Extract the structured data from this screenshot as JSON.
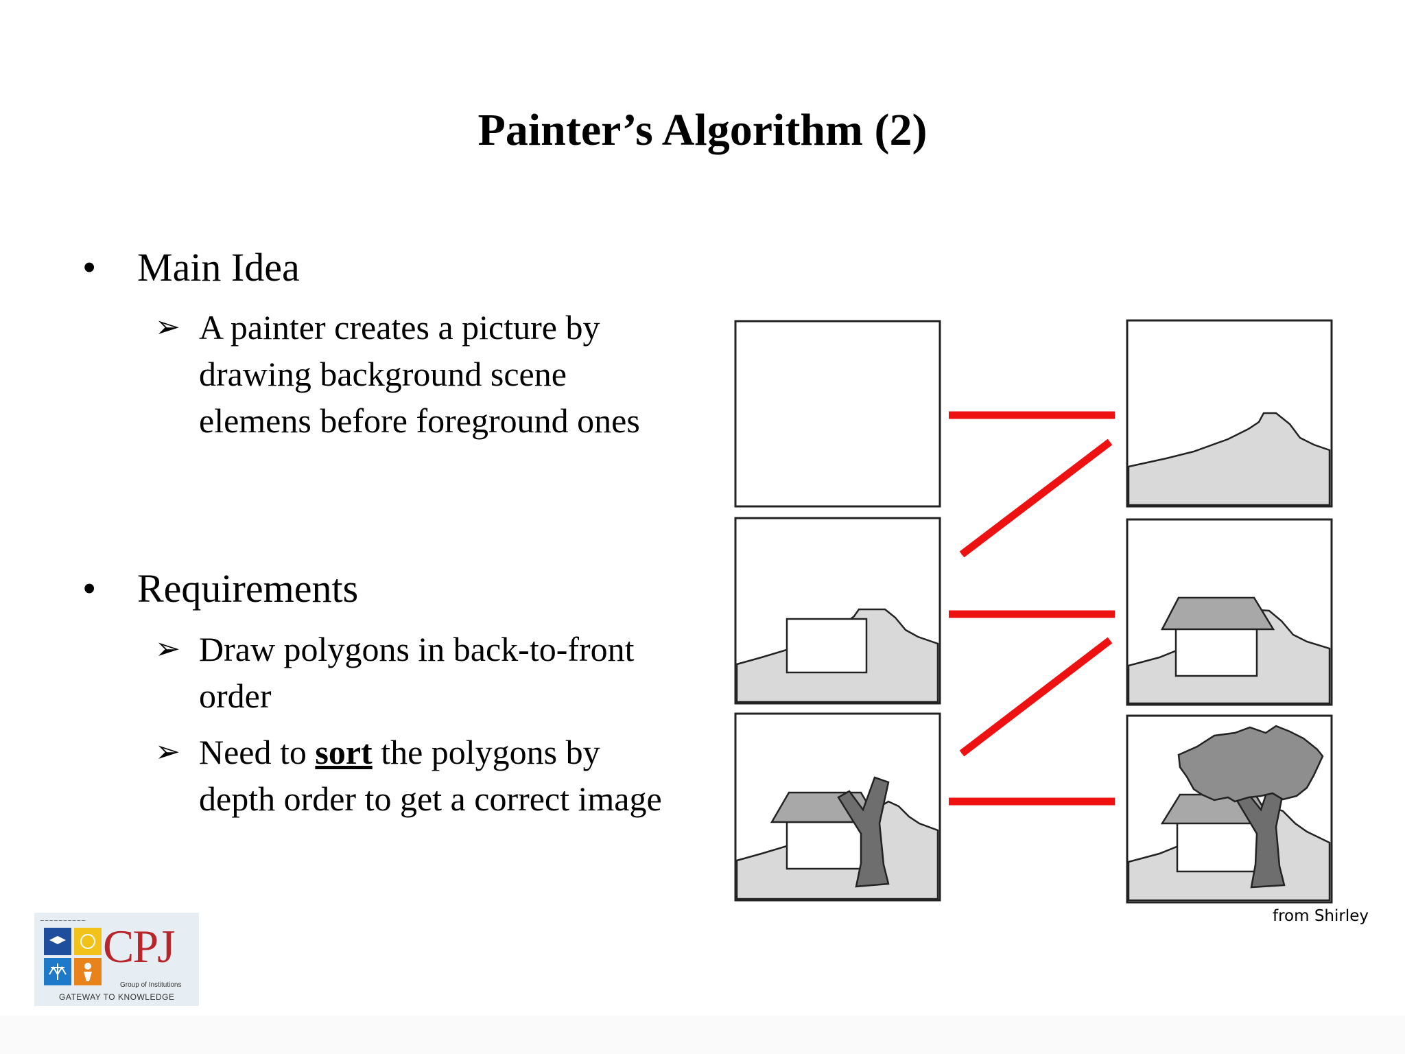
{
  "slide": {
    "title": "Painter’s Algorithm (2)",
    "bullets": [
      {
        "label": "Main Idea",
        "marker": "•",
        "items": [
          {
            "marker": "➢",
            "text": "A painter creates a picture by drawing background scene elemens before foreground ones"
          }
        ]
      },
      {
        "label": "Requirements",
        "marker": "•",
        "items": [
          {
            "marker": "➢",
            "text": "Draw polygons in back-to-front order"
          },
          {
            "marker": "➢",
            "pre": "Need to ",
            "emph": "sort",
            "post": " the polygons by depth order to get a correct image"
          }
        ]
      }
    ],
    "figure": {
      "caption": "from  Shirley",
      "colors": {
        "arrow": "#ee1111",
        "ground": "#d9d9d9",
        "roof": "#a8a8a8",
        "trunk": "#6e6e6e",
        "foliage": "#8e8e8e",
        "outline": "#222222"
      }
    },
    "logo": {
      "name": "CPJ",
      "subtitle": "Group of Institutions",
      "tagline": "GATEWAY TO KNOWLEDGE"
    }
  }
}
